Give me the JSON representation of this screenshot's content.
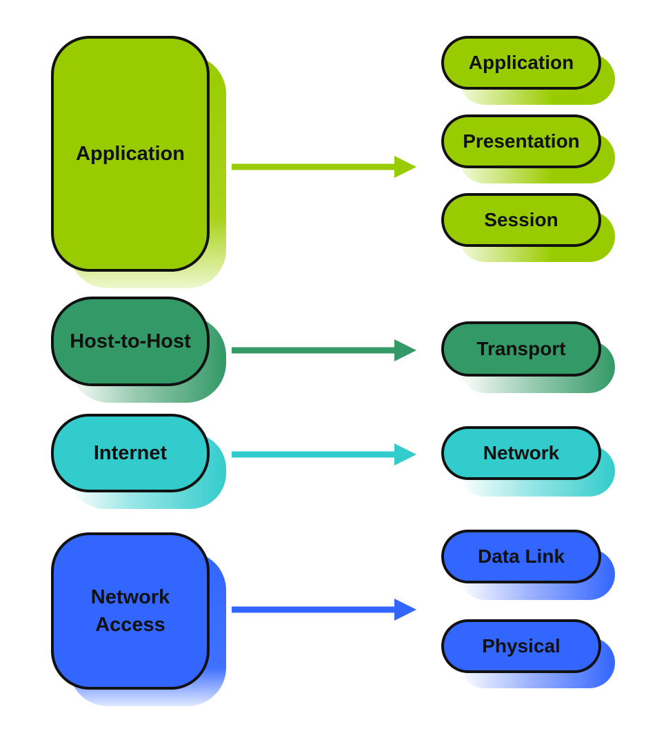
{
  "colors": {
    "application": "#99cc00",
    "host_to_host": "#339966",
    "internet": "#33cccc",
    "network_access": "#3366ff",
    "outline": "#111111"
  },
  "tcpip_layers": {
    "application": "Application",
    "host_to_host": "Host-to-Host",
    "internet": "Internet",
    "network_access_line1": "Network",
    "network_access_line2": "Access"
  },
  "osi_layers": {
    "application": "Application",
    "presentation": "Presentation",
    "session": "Session",
    "transport": "Transport",
    "network": "Network",
    "data_link": "Data Link",
    "physical": "Physical"
  }
}
